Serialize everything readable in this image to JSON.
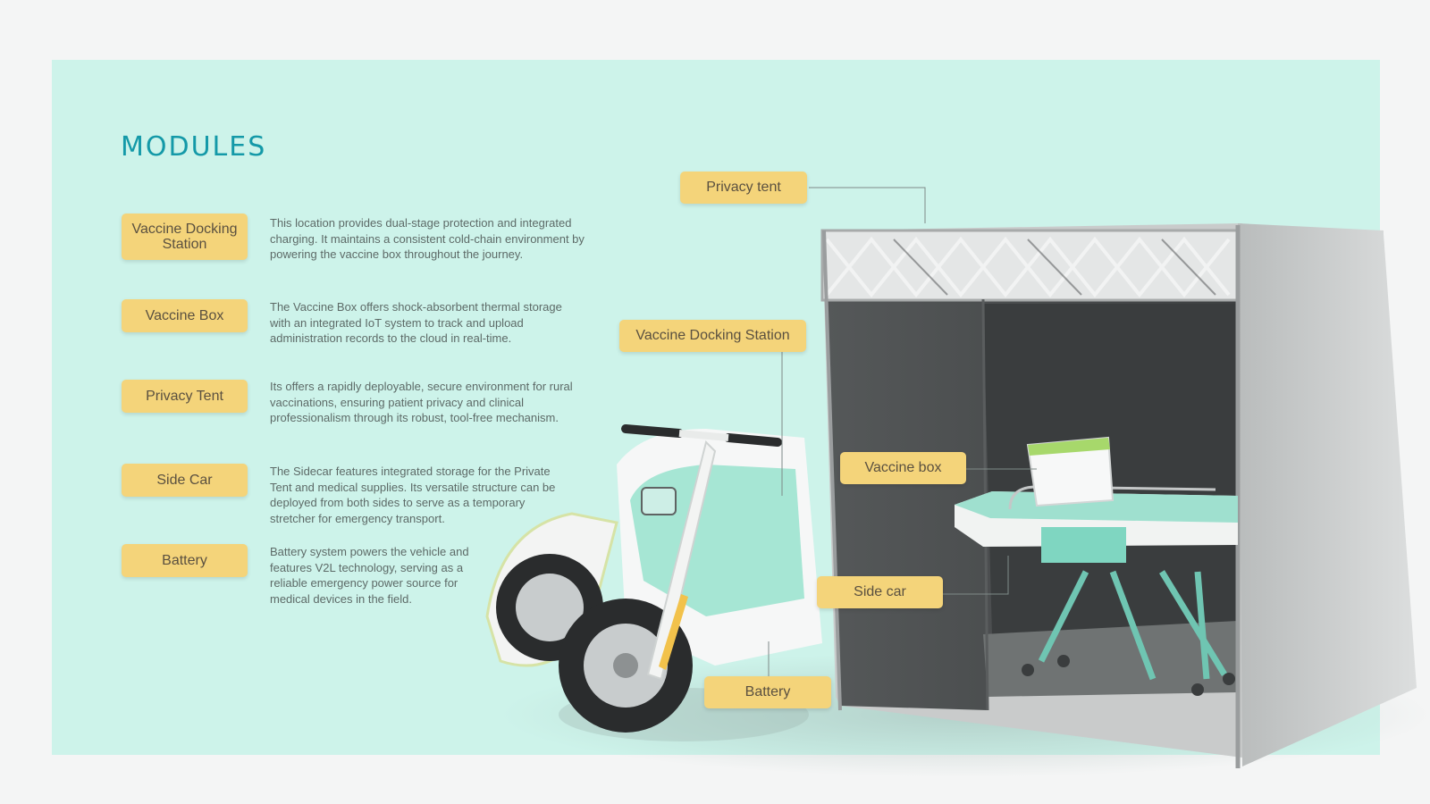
{
  "heading": "MODULES",
  "modules": [
    {
      "label": "Vaccine Docking Station",
      "description": "This location provides dual-stage protection and integrated charging. It maintains a consistent cold-chain environment by powering the vaccine box throughout the journey."
    },
    {
      "label": "Vaccine Box",
      "description": "The Vaccine Box offers shock-absorbent thermal storage with an integrated IoT system to track and upload administration records to the cloud in real-time."
    },
    {
      "label": "Privacy Tent",
      "description": "Its offers a rapidly deployable, secure environment for rural vaccinations, ensuring patient privacy and clinical professionalism through its robust, tool-free mechanism."
    },
    {
      "label": "Side Car",
      "description": "The Sidecar features integrated storage for the Private Tent and medical supplies. Its versatile structure can be deployed from both sides to serve as a temporary stretcher for emergency transport."
    },
    {
      "label": "Battery",
      "description": "Battery system powers the vehicle and features V2L technology, serving as a reliable emergency power source for medical devices in the field."
    }
  ],
  "callouts": {
    "privacy_tent": "Privacy tent",
    "docking_station": "Vaccine Docking Station",
    "vaccine_box": "Vaccine box",
    "side_car": "Side car",
    "battery": "Battery"
  },
  "colors": {
    "panel": "#cdf3ea",
    "heading": "#1499a8",
    "label_fill": "#f4d47a",
    "accent_teal": "#8fdcc8"
  }
}
